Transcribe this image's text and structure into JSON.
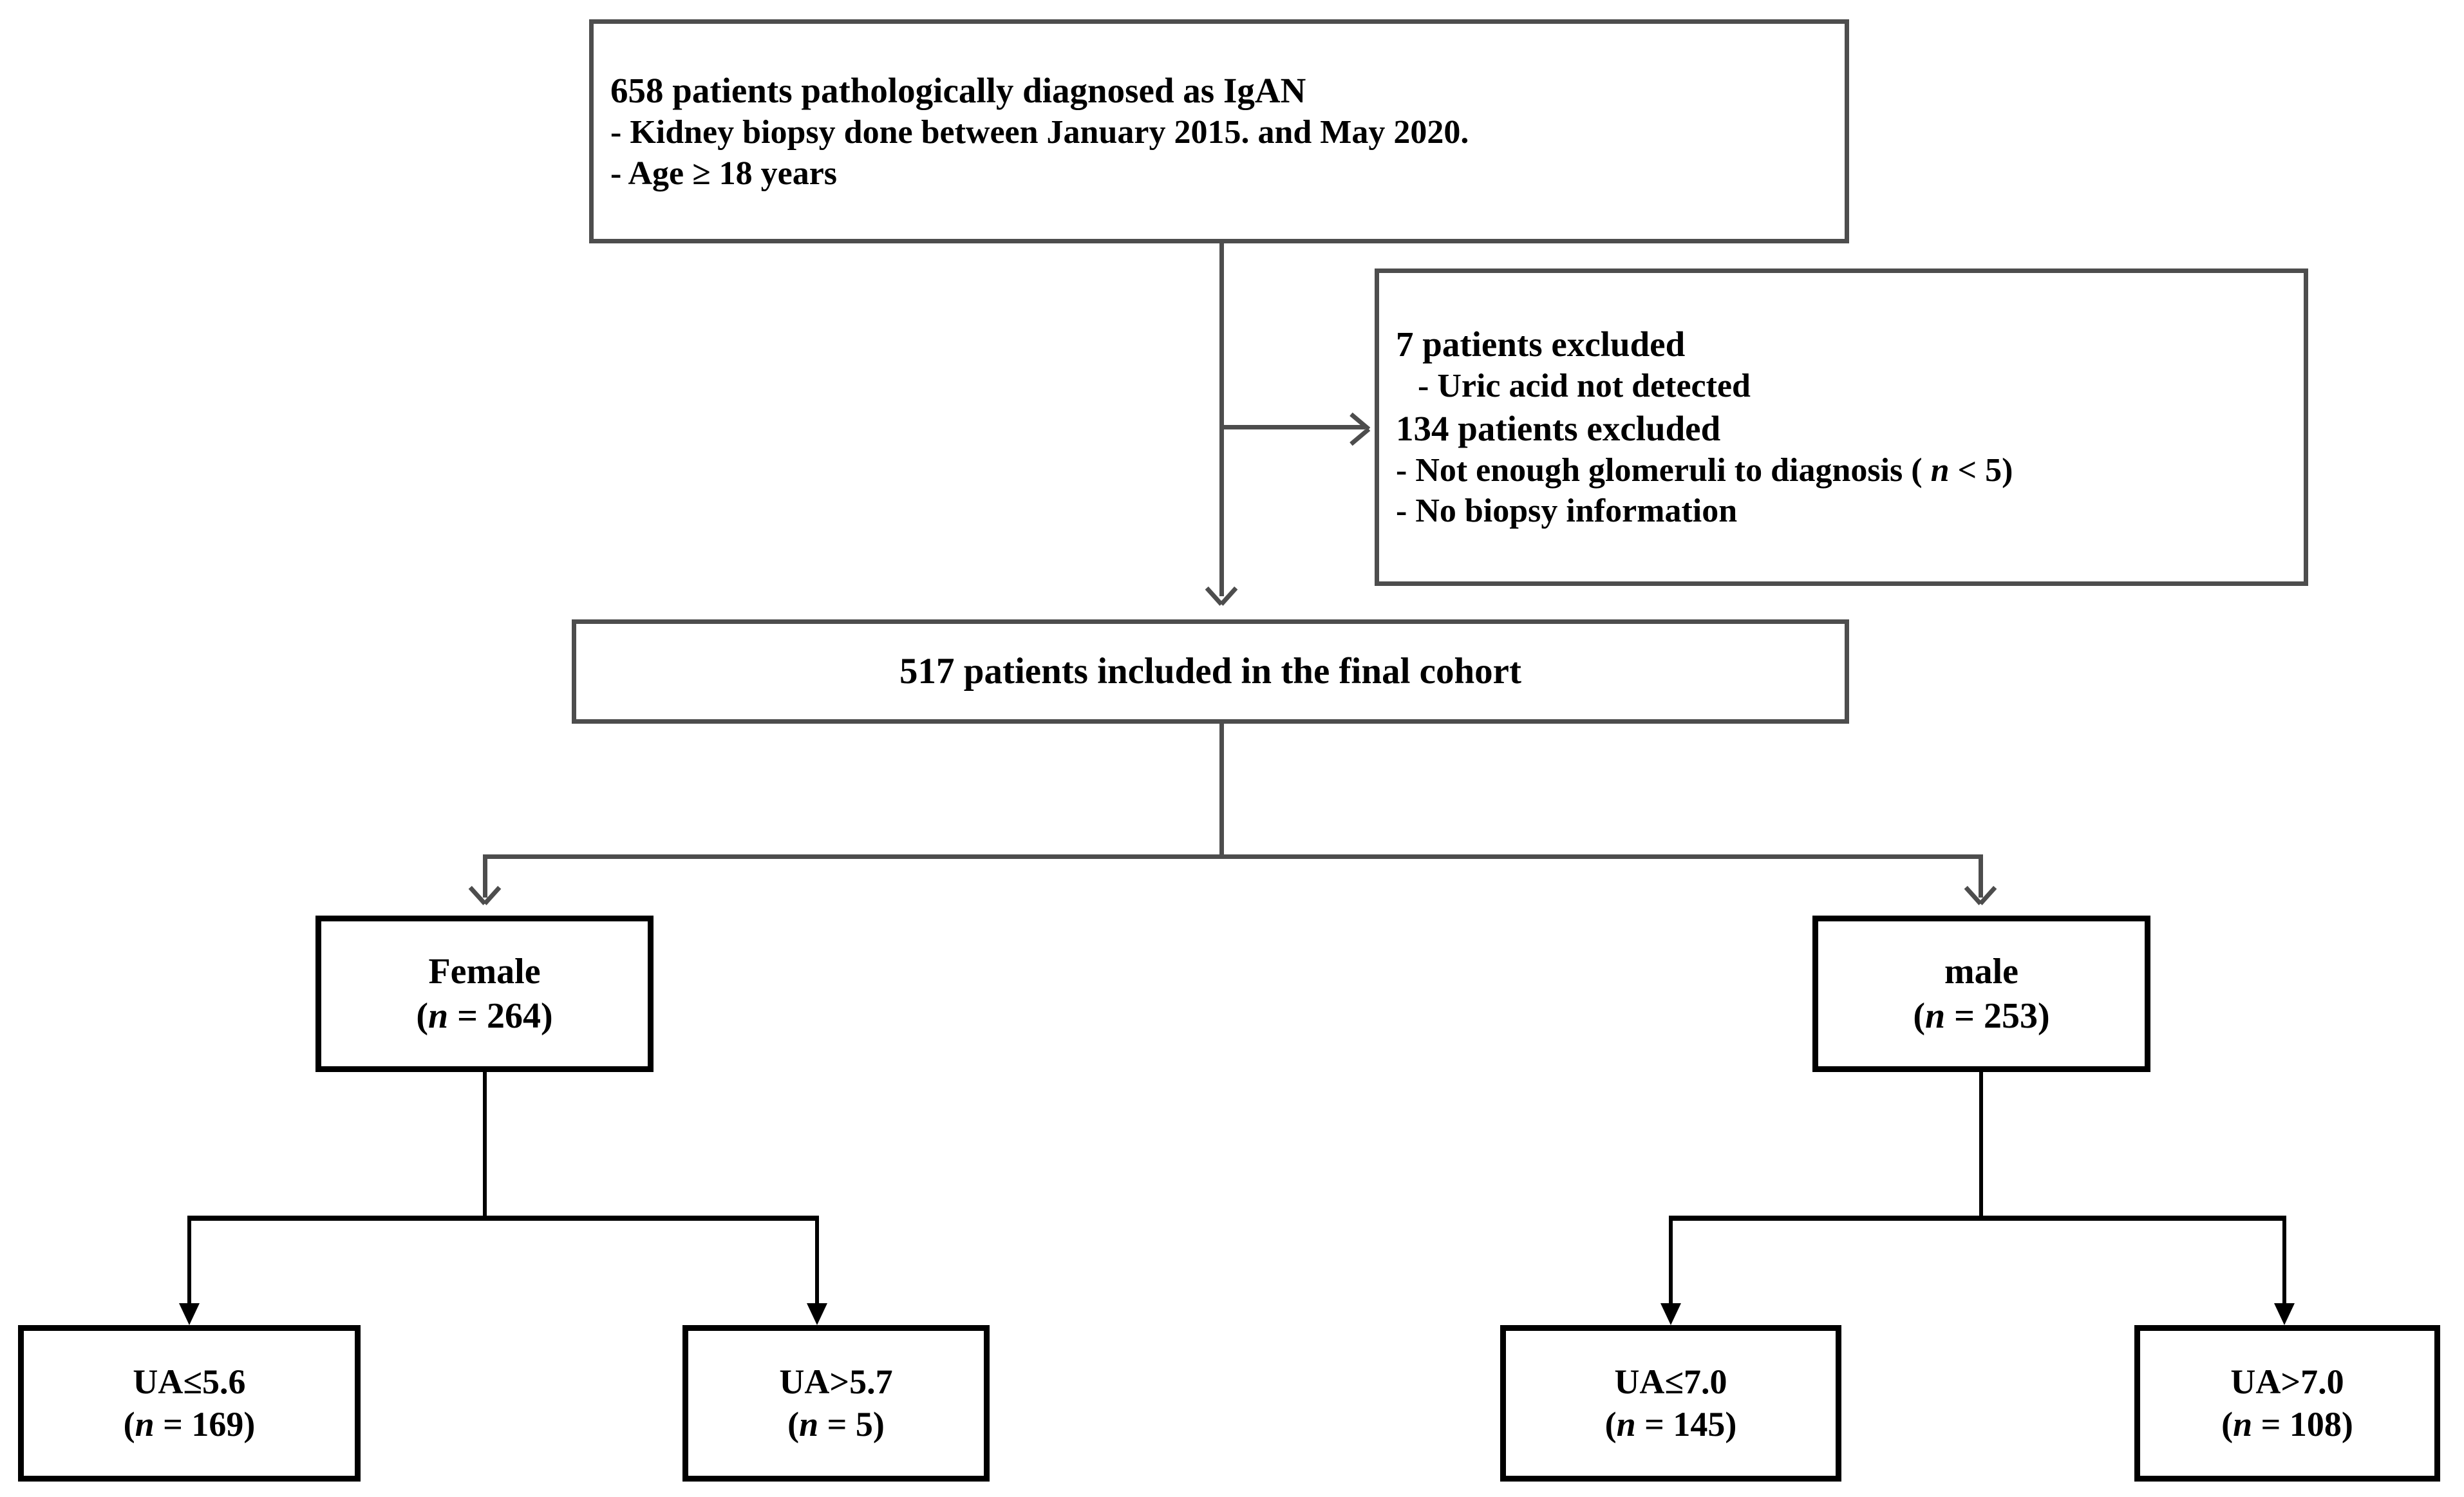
{
  "diagram": {
    "title": "IgAN patient selection flow diagram",
    "colors": {
      "box_border_gray": "#4d4d4d",
      "box_border_black": "#000000",
      "connector_gray": "#4d4d4d",
      "connector_black": "#000000",
      "background": "#ffffff",
      "text": "#000000"
    }
  },
  "nodes": {
    "source_cohort": {
      "line1": "658 patients pathologically diagnosed as IgAN",
      "line2": "- Kidney biopsy done between January 2015. and May 2020.",
      "line3": "- Age ≥ 18 years"
    },
    "exclusions": {
      "line1": "7 patients excluded",
      "line2": "- Uric acid not detected",
      "line3": "134 patients excluded",
      "line4_pre": "- Not enough glomeruli to diagnosis ( ",
      "line4_italic": "n",
      "line4_post": " <  5)",
      "line5": "- No biopsy information"
    },
    "final_cohort": {
      "label": "517 patients included in the final cohort"
    },
    "female": {
      "label": "Female",
      "count_pre": "(",
      "count_italic": "n",
      "count_post": " = 264)"
    },
    "male": {
      "label": "male",
      "count_pre": "(",
      "count_italic": "n",
      "count_post": " = 253)"
    },
    "female_ua_low": {
      "label": "UA≤5.6",
      "count_pre": "(",
      "count_italic": "n",
      "count_post": " = 169)"
    },
    "female_ua_high": {
      "label": "UA>5.7",
      "count_pre": "(",
      "count_italic": "n",
      "count_post": " = 5)"
    },
    "male_ua_low": {
      "label": "UA≤7.0",
      "count_pre": "(",
      "count_italic": "n",
      "count_post": " = 145)"
    },
    "male_ua_high": {
      "label": "UA>7.0",
      "count_pre": "(",
      "count_italic": "n",
      "count_post": " = 108)"
    }
  },
  "chart_data": {
    "type": "flowchart",
    "title": "IgAN patient selection flow diagram",
    "nodes": [
      {
        "id": "source_cohort",
        "n": 658,
        "text": "658 patients pathologically diagnosed as IgAN"
      },
      {
        "id": "excluded_uric_acid",
        "n": 7,
        "text": "7 patients excluded - Uric acid not detected"
      },
      {
        "id": "excluded_biopsy",
        "n": 134,
        "text": "134 patients excluded - Not enough glomeruli to diagnosis (n < 5); No biopsy information"
      },
      {
        "id": "final_cohort",
        "n": 517,
        "text": "517 patients included in the final cohort"
      },
      {
        "id": "female",
        "n": 264,
        "text": "Female"
      },
      {
        "id": "male",
        "n": 253,
        "text": "male"
      },
      {
        "id": "female_ua_low",
        "n": 169,
        "text": "UA≤5.6"
      },
      {
        "id": "female_ua_high",
        "n": 5,
        "text": "UA>5.7"
      },
      {
        "id": "male_ua_low",
        "n": 145,
        "text": "UA≤7.0"
      },
      {
        "id": "male_ua_high",
        "n": 108,
        "text": "UA>7.0"
      }
    ],
    "edges": [
      {
        "from": "source_cohort",
        "to": "excluded_uric_acid"
      },
      {
        "from": "source_cohort",
        "to": "final_cohort"
      },
      {
        "from": "final_cohort",
        "to": "female"
      },
      {
        "from": "final_cohort",
        "to": "male"
      },
      {
        "from": "female",
        "to": "female_ua_low"
      },
      {
        "from": "female",
        "to": "female_ua_high"
      },
      {
        "from": "male",
        "to": "male_ua_low"
      },
      {
        "from": "male",
        "to": "male_ua_high"
      }
    ]
  }
}
